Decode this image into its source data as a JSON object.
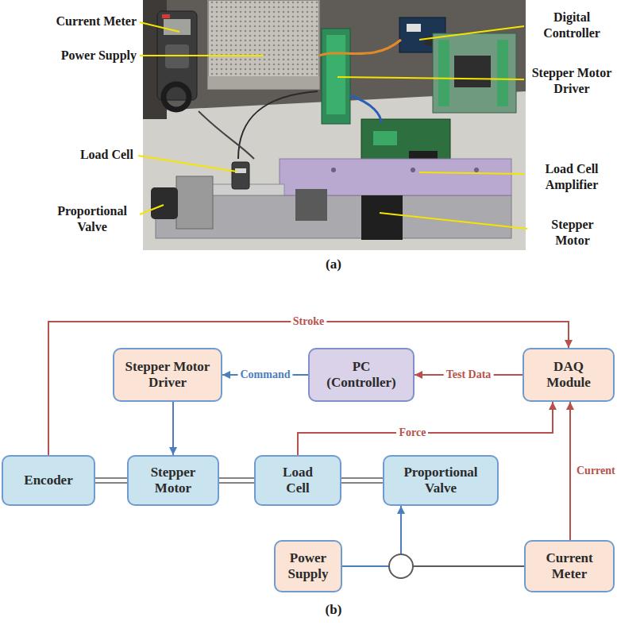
{
  "diagram": {
    "nodes": [
      {
        "text": [
          "Stepper Motor Driver"
        ]
      },
      {
        "text": [
          "PC (Controller)"
        ]
      },
      {
        "text": [
          "DAQ Module"
        ]
      },
      {
        "text": [
          "Encoder"
        ]
      },
      {
        "text": [
          "Stepper Motor"
        ]
      },
      {
        "text": [
          "Load Cell"
        ]
      },
      {
        "text": [
          "Proportional Valve"
        ]
      },
      {
        "text": [
          "Power Supply"
        ]
      },
      {
        "text": [
          "Current Meter"
        ]
      }
    ],
    "edges": [
      {
        "from": 3,
        "to": 2,
        "arrow": "to",
        "label": "Stroke"
      },
      {
        "from": 2,
        "to": 1,
        "arrow": "to",
        "label": "Test Data"
      },
      {
        "from": 1,
        "to": 0,
        "arrow": "to",
        "label": "Command"
      },
      {
        "from": 0,
        "to": 4,
        "arrow": "to"
      },
      {
        "from": 5,
        "to": 2,
        "arrow": "to",
        "label": "Force"
      },
      {
        "from": 8,
        "to": 2,
        "arrow": "to",
        "label": "Current"
      },
      {
        "from": 3,
        "to": 4,
        "arrow": "none"
      },
      {
        "from": 4,
        "to": 5,
        "arrow": "none"
      },
      {
        "from": 5,
        "to": 6,
        "arrow": "none"
      },
      {
        "from": 7,
        "to": 6,
        "arrow": "to"
      }
    ],
    "labels": [
      "Current Meter",
      "Digital Controller",
      "Power Supply",
      "Stepper Motor Driver",
      "Load Cell",
      "Load Cell Amplifier",
      "Proportional Valve",
      "Stepper Motor",
      "(a)",
      "(b)"
    ]
  }
}
